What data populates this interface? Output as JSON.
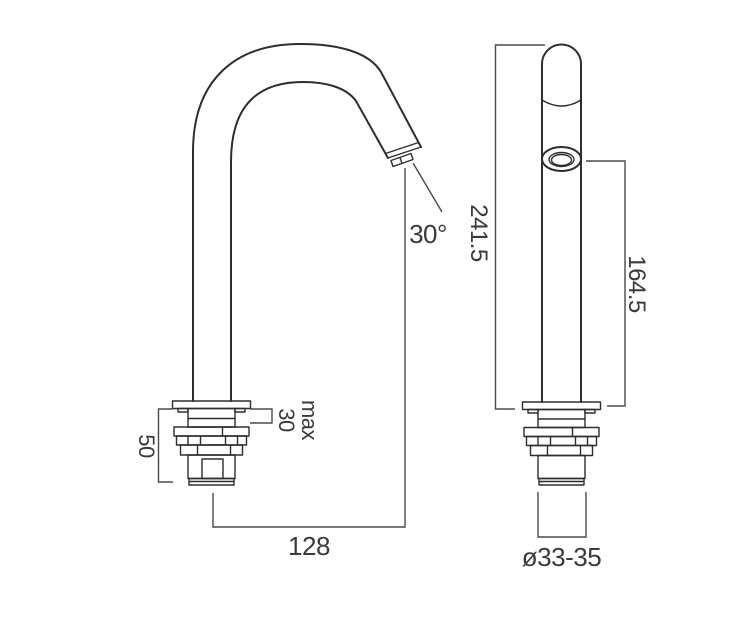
{
  "drawing": {
    "type": "technical-dimension-diagram",
    "subject": "gooseneck basin spout, side view and front view",
    "colors": {
      "background": "#ffffff",
      "outline": "#2e2e2e",
      "dimension_line": "#4a4a4a",
      "text": "#3a3a3a"
    }
  },
  "dims": {
    "total_height": "241.5",
    "outlet_height": "164.5",
    "under_counter_depth": "50",
    "max_label": "max",
    "max_thickness": "30",
    "reach": "128",
    "hole_diameter": "ø33-35",
    "outlet_angle": "30°"
  }
}
